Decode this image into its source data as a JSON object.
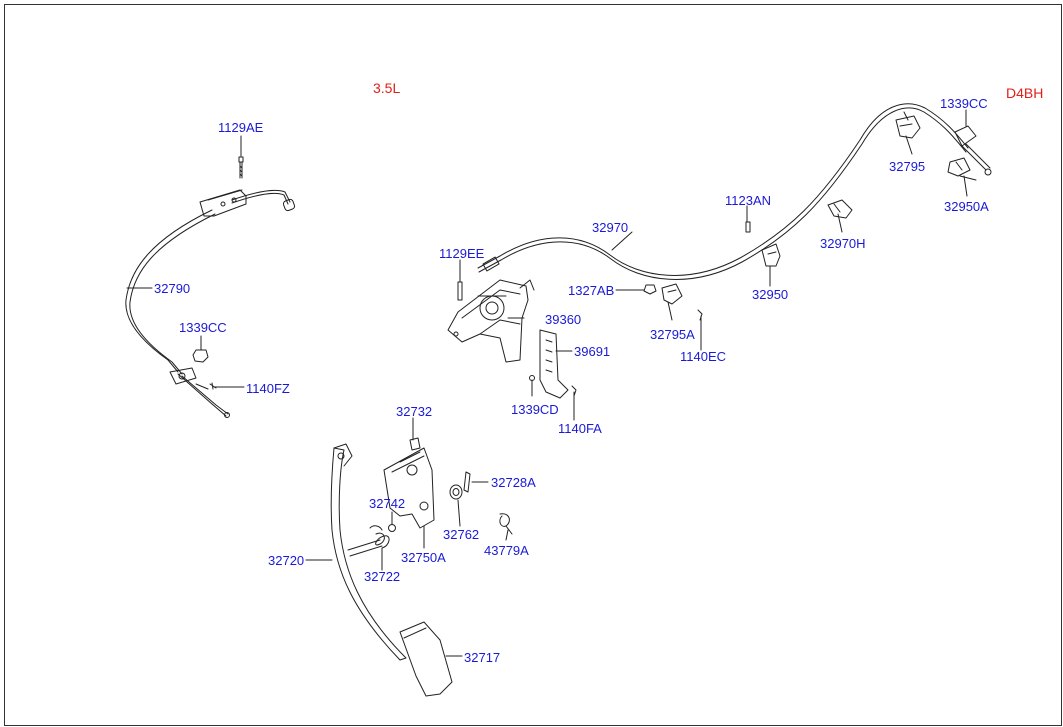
{
  "header": {
    "engine": "3.5L",
    "engine_code": "D4BH"
  },
  "parts": {
    "p1129AE": "1129AE",
    "p32790": "32790",
    "p1339CC_a": "1339CC",
    "p1140FZ": "1140FZ",
    "p1129EE": "1129EE",
    "p32970": "32970",
    "p1123AN": "1123AN",
    "p1339CC_b": "1339CC",
    "p32795": "32795",
    "p32950A": "32950A",
    "p32970H": "32970H",
    "p32950": "32950",
    "p1327AB": "1327AB",
    "p32795A": "32795A",
    "p1140EC": "1140EC",
    "p39360": "39360",
    "p39691": "39691",
    "p1339CD": "1339CD",
    "p1140FA": "1140FA",
    "p32732": "32732",
    "p32728A": "32728A",
    "p32742": "32742",
    "p32762": "32762",
    "p43779A": "43779A",
    "p32720": "32720",
    "p32722": "32722",
    "p32750A": "32750A",
    "p32717": "32717"
  },
  "colors": {
    "label": "#1a1ad6",
    "accent": "#e0201a",
    "line": "#222222"
  }
}
